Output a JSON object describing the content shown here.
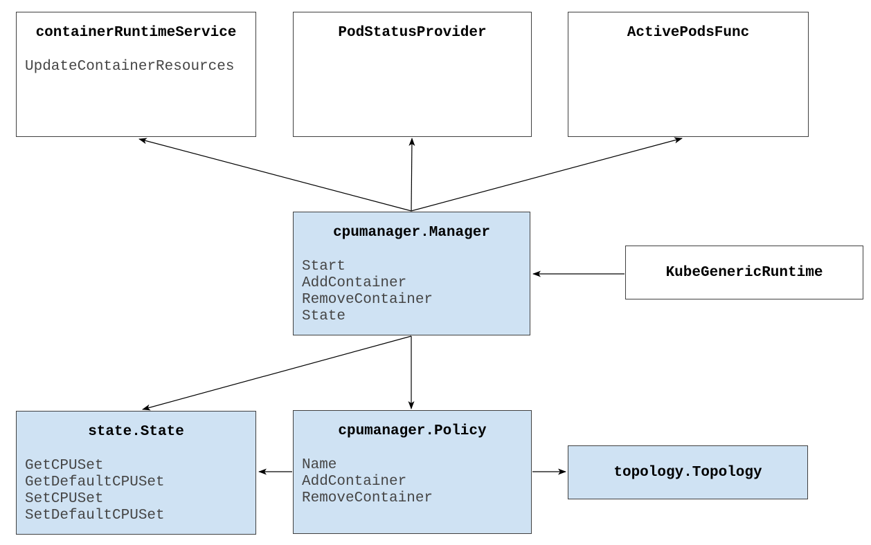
{
  "diagram": {
    "background": "#ffffff",
    "colors": {
      "highlight_fill": "#cfe2f3",
      "plain_fill": "#ffffff",
      "box_border": "#3f3f3f",
      "title_text": "#000000",
      "method_text": "#454545",
      "arrow": "#000000"
    },
    "nodes": {
      "container_runtime_service": {
        "title": "containerRuntimeService",
        "methods": [
          "UpdateContainerResources"
        ]
      },
      "pod_status_provider": {
        "title": "PodStatusProvider",
        "methods": []
      },
      "active_pods_func": {
        "title": "ActivePodsFunc",
        "methods": []
      },
      "cpumanager_manager": {
        "title": "cpumanager.Manager",
        "methods": [
          "Start",
          "AddContainer",
          "RemoveContainer",
          "State"
        ]
      },
      "kube_generic_runtime": {
        "title": "KubeGenericRuntime",
        "methods": []
      },
      "state_state": {
        "title": "state.State",
        "methods": [
          "GetCPUSet",
          "GetDefaultCPUSet",
          "SetCPUSet",
          "SetDefaultCPUSet"
        ]
      },
      "cpumanager_policy": {
        "title": "cpumanager.Policy",
        "methods": [
          "Name",
          "AddContainer",
          "RemoveContainer"
        ]
      },
      "topology_topology": {
        "title": "topology.Topology",
        "methods": []
      }
    },
    "edges": [
      {
        "from": "cpumanager.Manager",
        "to": "containerRuntimeService"
      },
      {
        "from": "cpumanager.Manager",
        "to": "PodStatusProvider"
      },
      {
        "from": "cpumanager.Manager",
        "to": "ActivePodsFunc"
      },
      {
        "from": "KubeGenericRuntime",
        "to": "cpumanager.Manager"
      },
      {
        "from": "cpumanager.Manager",
        "to": "state.State"
      },
      {
        "from": "cpumanager.Manager",
        "to": "cpumanager.Policy"
      },
      {
        "from": "cpumanager.Policy",
        "to": "state.State"
      },
      {
        "from": "cpumanager.Policy",
        "to": "topology.Topology"
      }
    ]
  }
}
